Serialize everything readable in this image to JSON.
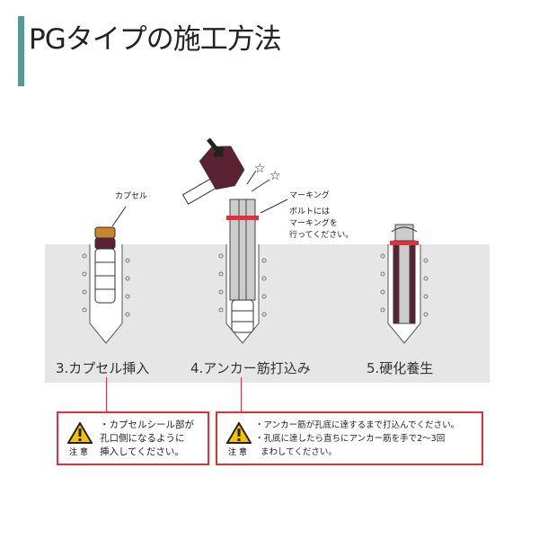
{
  "title": "PGタイプの施工方法",
  "labels": {
    "capsule": "カプセル",
    "marking": "マーキング",
    "bolt_note": [
      "ボルトには",
      "マーキングを",
      "行ってください。"
    ]
  },
  "steps": [
    "3.カプセル挿入",
    "4.アンカー筋打込み",
    "5.硬化養生"
  ],
  "cautions": [
    {
      "label": "注意",
      "lines": [
        "・カプセルシール部が",
        "孔口側になるように",
        "挿入してください。"
      ]
    },
    {
      "label": "注意",
      "lines": [
        "・アンカー筋が孔底に達するまで打込んでください。",
        "・孔底に達したら直ちにアンカー筋を手で2～3回",
        "まわしてください。"
      ]
    }
  ],
  "colors": {
    "accent": "#5a9a8e",
    "red": "#e0303c",
    "hammer": "#5a2233",
    "capsule_top": "#c8862a"
  }
}
